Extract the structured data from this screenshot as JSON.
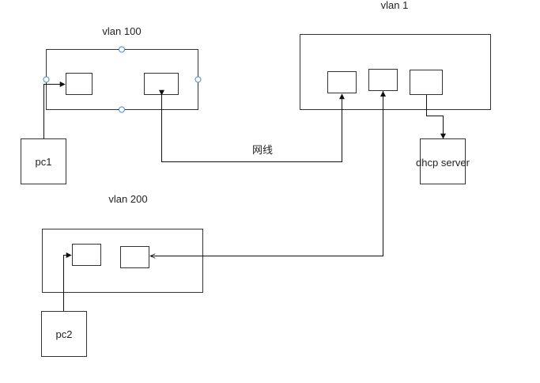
{
  "diagram": {
    "groups": [
      {
        "id": "vlan100",
        "title": "vlan 100",
        "selected": true
      },
      {
        "id": "vlan1",
        "title": "vlan 1",
        "selected": false
      },
      {
        "id": "vlan200",
        "title": "vlan 200",
        "selected": false
      }
    ],
    "nodes": [
      {
        "id": "pc1",
        "label": "pc1"
      },
      {
        "id": "pc2",
        "label": "pc2"
      },
      {
        "id": "dhcp",
        "label": "dhcp server"
      }
    ],
    "edges": [
      {
        "from": "pc1",
        "to": "vlan100.port1",
        "arrow": "filled"
      },
      {
        "from": "vlan1.port1",
        "to": "vlan100.port2",
        "label": "网线",
        "arrow": "filled-both"
      },
      {
        "from": "vlan1.port3",
        "to": "dhcp",
        "arrow": "filled"
      },
      {
        "from": "pc2",
        "to": "vlan200.port1",
        "arrow": "filled"
      },
      {
        "from": "vlan1.port2",
        "to": "vlan200.port2",
        "arrow": "open"
      }
    ],
    "colors": {
      "stroke": "#333333",
      "selection": "#3d8ee6"
    }
  }
}
